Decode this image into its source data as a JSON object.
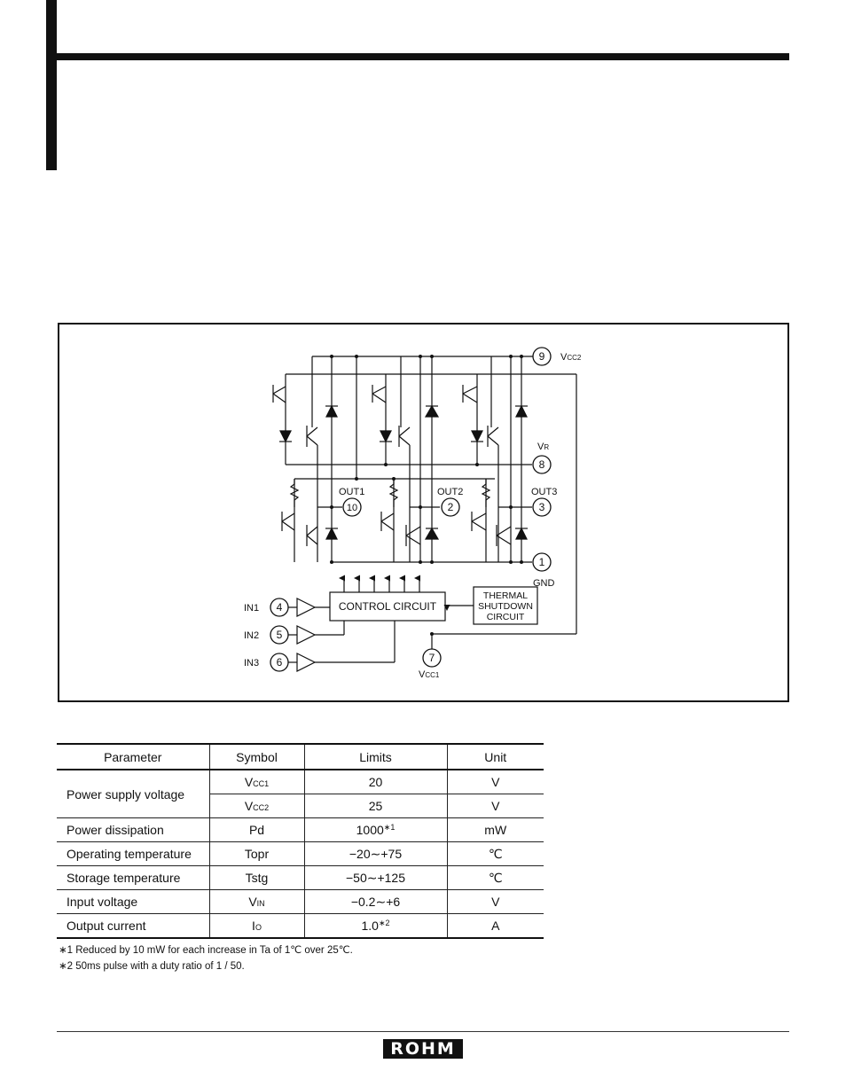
{
  "diagram": {
    "pins": {
      "p9": "9",
      "p8": "8",
      "p10": "10",
      "p2": "2",
      "p3": "3",
      "p1": "1",
      "p4": "4",
      "p5": "5",
      "p6": "6",
      "p7": "7"
    },
    "labels": {
      "vcc2_main": "V",
      "vcc2_sub": "CC2",
      "vr_main": "V",
      "vr_sub": "R",
      "out1": "OUT1",
      "out2": "OUT2",
      "out3": "OUT3",
      "gnd": "GND",
      "in1": "IN1",
      "in2": "IN2",
      "in3": "IN3",
      "vcc1_main": "V",
      "vcc1_sub": "CC1",
      "control": "CONTROL CIRCUIT",
      "thermal1": "THERMAL",
      "thermal2": "SHUTDOWN",
      "thermal3": "CIRCUIT"
    }
  },
  "table": {
    "headers": [
      "Parameter",
      "Symbol",
      "Limits",
      "Unit"
    ],
    "rows": {
      "psv": {
        "param": "Power supply voltage",
        "sym1_main": "V",
        "sym1_sub": "CC1",
        "lim1": "20",
        "unit1": "V",
        "sym2_main": "V",
        "sym2_sub": "CC2",
        "lim2": "25",
        "unit2": "V"
      },
      "pd": {
        "param": "Power dissipation",
        "sym": "Pd",
        "lim": "1000",
        "mark": "∗1",
        "unit": "mW"
      },
      "topr": {
        "param": "Operating temperature",
        "sym": "Topr",
        "lim": "−20∼+75",
        "unit": "℃"
      },
      "tstg": {
        "param": "Storage temperature",
        "sym": "Tstg",
        "lim": "−50∼+125",
        "unit": "℃"
      },
      "vin": {
        "param": "Input voltage",
        "sym_main": "V",
        "sym_sub": "IN",
        "lim": "−0.2∼+6",
        "unit": "V"
      },
      "io": {
        "param": "Output current",
        "sym_main": "I",
        "sym_sub": "O",
        "lim": "1.0",
        "mark": "∗2",
        "unit": "A"
      }
    }
  },
  "notes": [
    "∗1 Reduced by 10 mW for each increase in Ta of 1℃ over 25℃.",
    "∗2 50ms pulse with a duty ratio of 1 / 50."
  ],
  "footer": {
    "logo": "ROHM"
  }
}
